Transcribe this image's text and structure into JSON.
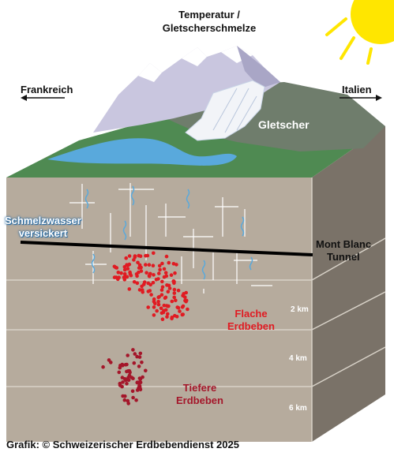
{
  "title": {
    "line1": "Temperatur /",
    "line2": "Gletscherschmelze"
  },
  "directions": {
    "left": "Frankreich",
    "right": "Italien"
  },
  "labels": {
    "glacier": "Gletscher",
    "meltwater_line1": "Schmelzwasser",
    "meltwater_line2": "versickert",
    "tunnel_line1": "Mont Blanc",
    "tunnel_line2": "Tunnel",
    "shallow_line1": "Flache",
    "shallow_line2": "Erdbeben",
    "deep_line1": "Tiefere",
    "deep_line2": "Erdbeben"
  },
  "depths": {
    "d2": "2 km",
    "d4": "4 km",
    "d6": "6 km"
  },
  "credit": "Grafik: © Schweizerischer Erdbebendienst 2025",
  "colors": {
    "sky_sun": "#ffe600",
    "block_front": "#b6ab9d",
    "block_side": "#7a7268",
    "grass": "#4f8a52",
    "rock": "#6f7d6c",
    "mountain": "#c9c6df",
    "water": "#59a9dc",
    "shallow_quakes": "#e01b22",
    "deep_quakes": "#a4162a"
  }
}
